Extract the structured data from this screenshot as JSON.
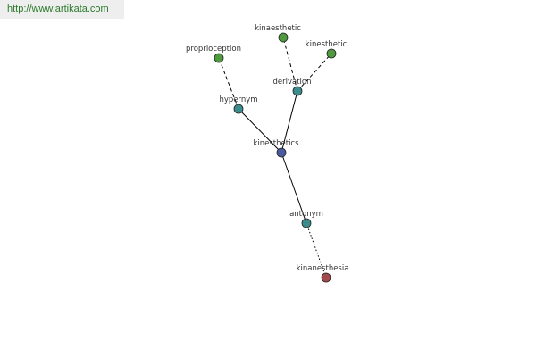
{
  "watermark": {
    "text": "http://www.artikata.com"
  },
  "colors": {
    "center_node": "#4a5aa0",
    "relation_node": "#3d8c8c",
    "term_node": "#4f9a3e",
    "antonym_term_node": "#a54a4a",
    "node_stroke": "#222222",
    "edge": "#000000",
    "watermark_text": "#2a7a2a",
    "watermark_bg": "#eeeeee"
  },
  "graph": {
    "nodes": [
      {
        "id": "kinesthetics",
        "label": "kinesthetics",
        "kind": "center"
      },
      {
        "id": "hypernym",
        "label": "hypernym",
        "kind": "relation"
      },
      {
        "id": "derivation",
        "label": "derivation",
        "kind": "relation"
      },
      {
        "id": "antonym",
        "label": "antonym",
        "kind": "relation"
      },
      {
        "id": "proprioception",
        "label": "proprioception",
        "kind": "term"
      },
      {
        "id": "kinaesthetic",
        "label": "kinaesthetic",
        "kind": "term"
      },
      {
        "id": "kinesthetic",
        "label": "kinesthetic",
        "kind": "term"
      },
      {
        "id": "kinanesthesia",
        "label": "kinanesthesia",
        "kind": "antonym_term"
      }
    ],
    "edges": [
      {
        "from": "kinesthetics",
        "to": "hypernym",
        "style": "solid"
      },
      {
        "from": "kinesthetics",
        "to": "derivation",
        "style": "solid"
      },
      {
        "from": "kinesthetics",
        "to": "antonym",
        "style": "solid"
      },
      {
        "from": "hypernym",
        "to": "proprioception",
        "style": "dashed"
      },
      {
        "from": "derivation",
        "to": "kinaesthetic",
        "style": "dashed"
      },
      {
        "from": "derivation",
        "to": "kinesthetic",
        "style": "dashed"
      },
      {
        "from": "antonym",
        "to": "kinanesthesia",
        "style": "dotted"
      }
    ]
  }
}
